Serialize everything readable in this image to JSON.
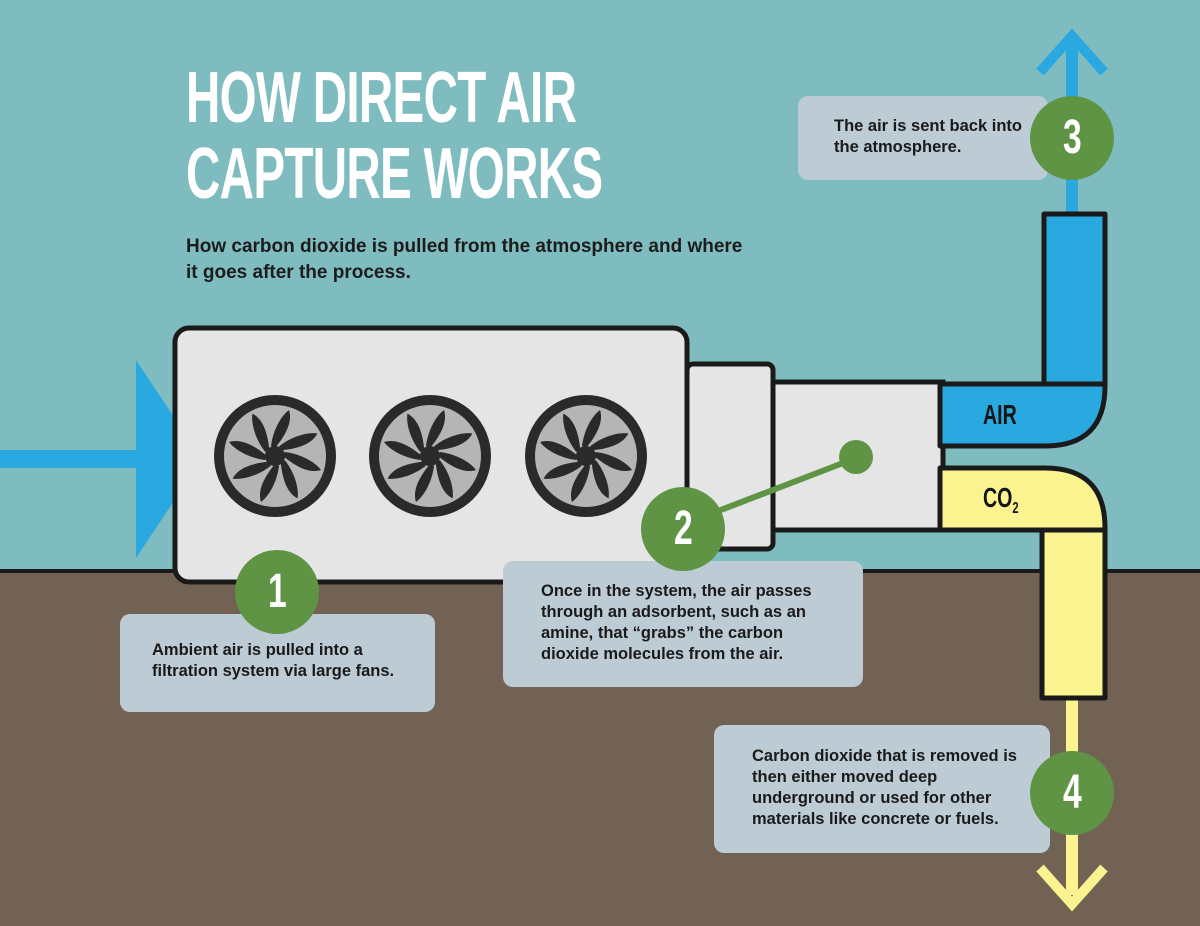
{
  "title": {
    "line1": "HOW DIRECT AIR",
    "line2": "CAPTURE WORKS"
  },
  "subtitle": "How carbon dioxide is pulled from the atmosphere and where it goes after the process.",
  "steps": [
    {
      "number": "1",
      "text": "Ambient air is pulled into a filtration system via large fans."
    },
    {
      "number": "2",
      "text": "Once in the system, the air passes through an adsorbent, such as an amine, that “grabs” the carbon dioxide molecules from the air."
    },
    {
      "number": "3",
      "text": "The air is sent back into the atmosphere."
    },
    {
      "number": "4",
      "text": "Carbon dioxide that is removed is then either moved deep underground or used for other materials like concrete or fuels."
    }
  ],
  "pipe_labels": {
    "air": "AIR",
    "co2_main": "CO",
    "co2_sub": "2"
  },
  "colors": {
    "sky": "#7fbcc0",
    "ground": "#726254",
    "air_blue": "#2aa8e0",
    "co2_yellow": "#fbf38f",
    "machine_gray": "#e5e5e5",
    "step_green": "#5e9444",
    "callout_gray": "#bccbd4"
  },
  "icons": [
    "fan-icon",
    "inflow-arrow-icon",
    "up-arrow-icon",
    "down-arrow-icon"
  ]
}
